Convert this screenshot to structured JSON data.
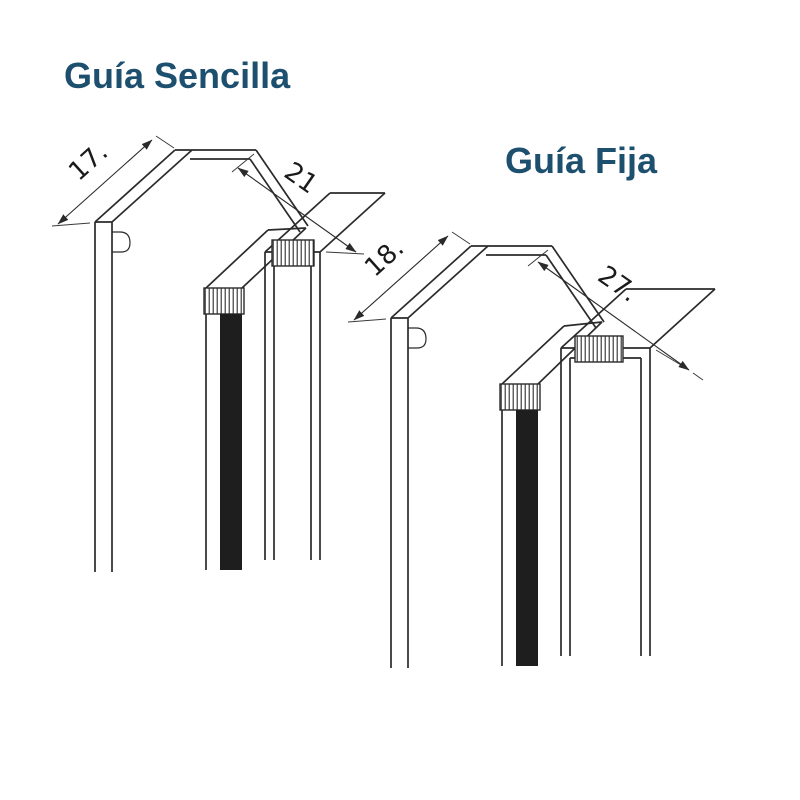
{
  "figure": {
    "kind": "aluminium-profile-technical-diagram",
    "background": "#ffffff"
  },
  "colors": {
    "title": "#1d4f6e",
    "line": "#2b2b2b",
    "dark_fill": "#1e1e1e"
  },
  "diagrams": [
    {
      "id": "guia-sencilla",
      "title": "Guía Sencilla",
      "dimensions": {
        "depth": {
          "label": "17."
        },
        "width": {
          "label": "21"
        }
      }
    },
    {
      "id": "guia-fija",
      "title": "Guía Fija",
      "dimensions": {
        "depth": {
          "label": "18."
        },
        "width": {
          "label": "27."
        }
      }
    }
  ]
}
